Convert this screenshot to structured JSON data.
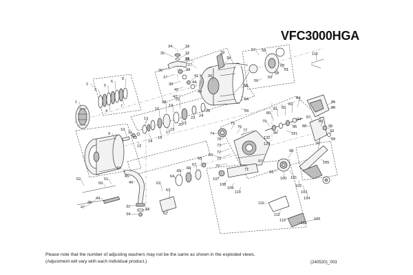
{
  "model": "VFC3000HGA",
  "footnote_lines": [
    "Please note that the number of adjusting washers may not be the same as shown in the exploded views.",
    "(Adjustment will vary with each individual product.)"
  ],
  "document_code": "(240520)_003",
  "callouts": [
    {
      "id": "34a",
      "text": "34"
    },
    {
      "id": "33a",
      "text": "33"
    },
    {
      "id": "35",
      "text": "35"
    },
    {
      "id": "32a",
      "text": "32"
    },
    {
      "id": "31",
      "text": "31"
    },
    {
      "id": "36",
      "text": "36"
    },
    {
      "id": "39",
      "text": "39"
    },
    {
      "id": "37",
      "text": "37"
    },
    {
      "id": "38",
      "text": "38"
    },
    {
      "id": "41",
      "text": "41"
    },
    {
      "id": "40",
      "text": "40"
    },
    {
      "id": "44a",
      "text": "44"
    },
    {
      "id": "42",
      "text": "42"
    },
    {
      "id": "43",
      "text": "43"
    },
    {
      "id": "28",
      "text": "28"
    },
    {
      "id": "27",
      "text": "27"
    },
    {
      "id": "29",
      "text": "29"
    },
    {
      "id": "30",
      "text": "30"
    },
    {
      "id": "26",
      "text": "26"
    },
    {
      "id": "55",
      "text": "55"
    },
    {
      "id": "54",
      "text": "54"
    },
    {
      "id": "57",
      "text": "57"
    },
    {
      "id": "58a",
      "text": "58"
    },
    {
      "id": "60",
      "text": "60"
    },
    {
      "id": "61",
      "text": "61"
    },
    {
      "id": "56",
      "text": "56"
    },
    {
      "id": "59",
      "text": "59"
    },
    {
      "id": "58b",
      "text": "58"
    },
    {
      "id": "115",
      "text": "115"
    },
    {
      "id": "2",
      "text": "2"
    },
    {
      "id": "3",
      "text": "3"
    },
    {
      "id": "5",
      "text": "5"
    },
    {
      "id": "6",
      "text": "6"
    },
    {
      "id": "8",
      "text": "8"
    },
    {
      "id": "4",
      "text": "4"
    },
    {
      "id": "7",
      "text": "7"
    },
    {
      "id": "1",
      "text": "1"
    },
    {
      "id": "9",
      "text": "9"
    },
    {
      "id": "10",
      "text": "10"
    },
    {
      "id": "11",
      "text": "11"
    },
    {
      "id": "12a",
      "text": "12"
    },
    {
      "id": "12b",
      "text": "12"
    },
    {
      "id": "13",
      "text": "13"
    },
    {
      "id": "14",
      "text": "14"
    },
    {
      "id": "15",
      "text": "15"
    },
    {
      "id": "16",
      "text": "16"
    },
    {
      "id": "17",
      "text": "17"
    },
    {
      "id": "18",
      "text": "18"
    },
    {
      "id": "19a",
      "text": "19"
    },
    {
      "id": "19b",
      "text": "19"
    },
    {
      "id": "20",
      "text": "20"
    },
    {
      "id": "21",
      "text": "21"
    },
    {
      "id": "22",
      "text": "22"
    },
    {
      "id": "23",
      "text": "23"
    },
    {
      "id": "24",
      "text": "24"
    },
    {
      "id": "25",
      "text": "25"
    },
    {
      "id": "53",
      "text": "53"
    },
    {
      "id": "75",
      "text": "75"
    },
    {
      "id": "76",
      "text": "76"
    },
    {
      "id": "77",
      "text": "77"
    },
    {
      "id": "74",
      "text": "74"
    },
    {
      "id": "78",
      "text": "78"
    },
    {
      "id": "73a",
      "text": "73"
    },
    {
      "id": "72",
      "text": "72"
    },
    {
      "id": "73b",
      "text": "73"
    },
    {
      "id": "70",
      "text": "70"
    },
    {
      "id": "71",
      "text": "71"
    },
    {
      "id": "69",
      "text": "69"
    },
    {
      "id": "79",
      "text": "79"
    },
    {
      "id": "80",
      "text": "80"
    },
    {
      "id": "81",
      "text": "81"
    },
    {
      "id": "82",
      "text": "82"
    },
    {
      "id": "83",
      "text": "83"
    },
    {
      "id": "84",
      "text": "84"
    },
    {
      "id": "85",
      "text": "85"
    },
    {
      "id": "86",
      "text": "86"
    },
    {
      "id": "87",
      "text": "87"
    },
    {
      "id": "88",
      "text": "88"
    },
    {
      "id": "89",
      "text": "89"
    },
    {
      "id": "90",
      "text": "90"
    },
    {
      "id": "91",
      "text": "91"
    },
    {
      "id": "92",
      "text": "92"
    },
    {
      "id": "93",
      "text": "93"
    },
    {
      "id": "94",
      "text": "94"
    },
    {
      "id": "95",
      "text": "95"
    },
    {
      "id": "96",
      "text": "96"
    },
    {
      "id": "121",
      "text": "121"
    },
    {
      "id": "122",
      "text": "122"
    },
    {
      "id": "123",
      "text": "123"
    },
    {
      "id": "97",
      "text": "97"
    },
    {
      "id": "98",
      "text": "98"
    },
    {
      "id": "99",
      "text": "99"
    },
    {
      "id": "100",
      "text": "100"
    },
    {
      "id": "101",
      "text": "101"
    },
    {
      "id": "102",
      "text": "102"
    },
    {
      "id": "103",
      "text": "103"
    },
    {
      "id": "104",
      "text": "104"
    },
    {
      "id": "105",
      "text": "105"
    },
    {
      "id": "106",
      "text": "106"
    },
    {
      "id": "107",
      "text": "107"
    },
    {
      "id": "108",
      "text": "108"
    },
    {
      "id": "109",
      "text": "109"
    },
    {
      "id": "110",
      "text": "110"
    },
    {
      "id": "111",
      "text": "111"
    },
    {
      "id": "112",
      "text": "112"
    },
    {
      "id": "113",
      "text": "113"
    },
    {
      "id": "114",
      "text": "114"
    },
    {
      "id": "44b",
      "text": "44"
    },
    {
      "id": "45",
      "text": "45"
    },
    {
      "id": "46",
      "text": "46"
    },
    {
      "id": "47",
      "text": "47"
    },
    {
      "id": "48",
      "text": "48"
    },
    {
      "id": "49",
      "text": "49"
    },
    {
      "id": "50",
      "text": "50"
    },
    {
      "id": "51",
      "text": "51"
    },
    {
      "id": "52",
      "text": "52"
    },
    {
      "id": "62a",
      "text": "62"
    },
    {
      "id": "62b",
      "text": "62"
    },
    {
      "id": "63",
      "text": "63"
    },
    {
      "id": "64",
      "text": "64"
    },
    {
      "id": "65",
      "text": "65"
    },
    {
      "id": "66",
      "text": "66"
    },
    {
      "id": "67",
      "text": "67"
    },
    {
      "id": "68",
      "text": "68"
    },
    {
      "id": "32b",
      "text": "32"
    },
    {
      "id": "33b",
      "text": "33"
    },
    {
      "id": "34b",
      "text": "34"
    }
  ]
}
